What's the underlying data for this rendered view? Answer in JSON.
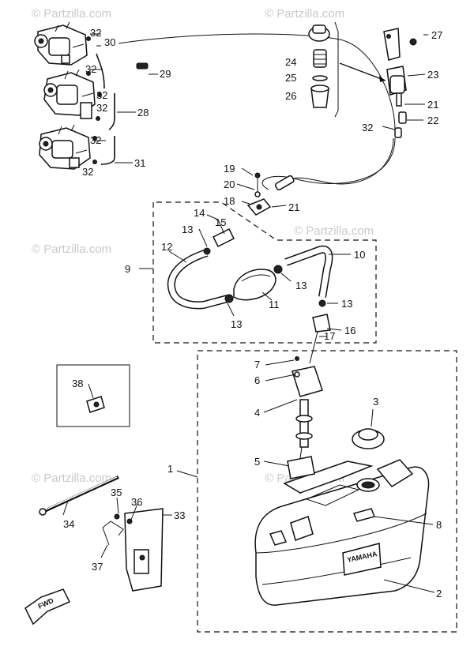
{
  "watermark": "© Partzilla.com",
  "brand_label": "YAMAHA",
  "fwd_label": "FWD",
  "callouts": {
    "c32a": "32",
    "c30": "30",
    "c32b": "32",
    "c29": "29",
    "c32c": "32",
    "c28": "28",
    "c32d": "32",
    "c32e": "32",
    "c31": "31",
    "c32f": "32",
    "c24": "24",
    "c25": "25",
    "c26": "26",
    "c27": "27",
    "c23": "23",
    "c21a": "21",
    "c22": "22",
    "c32g": "32",
    "c19": "19",
    "c20": "20",
    "c18": "18",
    "c21b": "21",
    "c14": "14",
    "c15": "15",
    "c13a": "13",
    "c12": "12",
    "c9": "9",
    "c13b": "13",
    "c11": "11",
    "c13c": "13",
    "c10": "10",
    "c13d": "13",
    "c16": "16",
    "c17": "17",
    "c7": "7",
    "c6": "6",
    "c4": "4",
    "c3": "3",
    "c5": "5",
    "c1": "1",
    "c8": "8",
    "c2": "2",
    "c38": "38",
    "c35": "35",
    "c36": "36",
    "c33": "33",
    "c34": "34",
    "c37": "37"
  }
}
